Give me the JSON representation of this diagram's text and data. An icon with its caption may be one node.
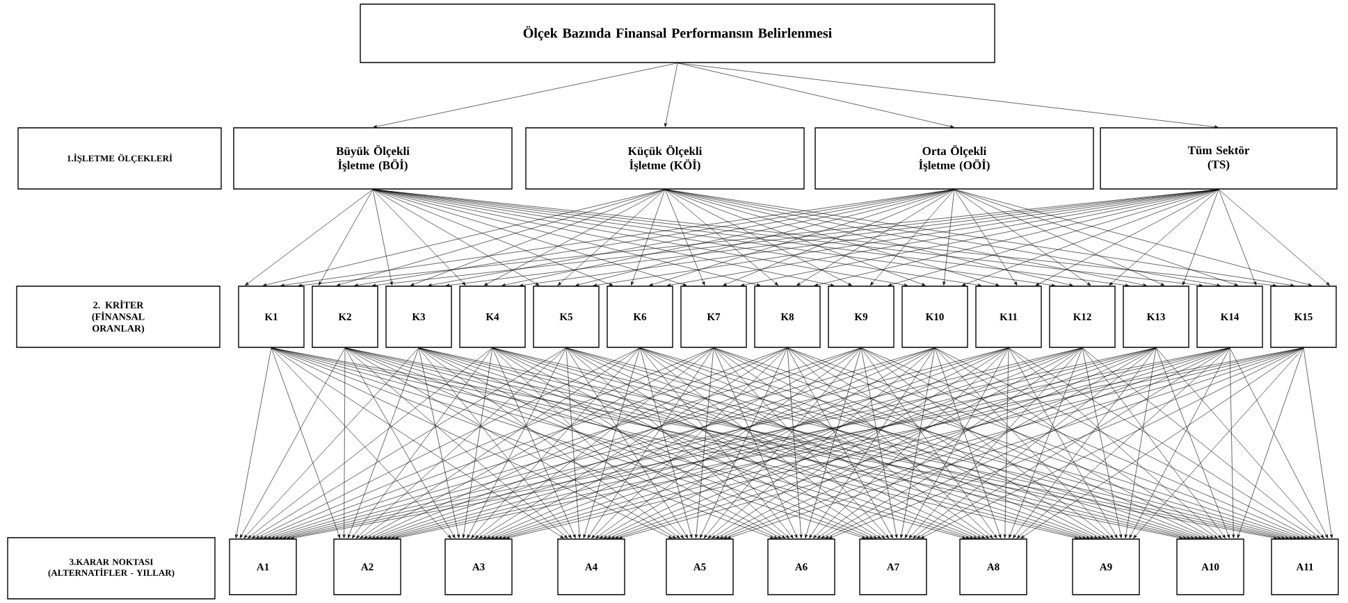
{
  "diagram": {
    "nodes": [
      {
        "text": [
          "Ölçek Bazında Finansal Performansın Belirlenmesi"
        ]
      },
      {
        "text": [
          "1.İŞLETME ÖLÇEKLERİ"
        ]
      },
      {
        "text": [
          "Büyük Ölçekli İşletme (BÖİ)"
        ]
      },
      {
        "text": [
          "Küçük Ölçekli İşletme (KÖİ)"
        ]
      },
      {
        "text": [
          "Orta Ölçekli İşletme (OÖİ)"
        ]
      },
      {
        "text": [
          "Tüm Sektör (TS)"
        ]
      },
      {
        "text": [
          "2. KRİTER (FİNANSAL ORANLAR)"
        ]
      },
      {
        "text": [
          "K1"
        ]
      },
      {
        "text": [
          "K2"
        ]
      },
      {
        "text": [
          "K3"
        ]
      },
      {
        "text": [
          "K4"
        ]
      },
      {
        "text": [
          "K5"
        ]
      },
      {
        "text": [
          "K6"
        ]
      },
      {
        "text": [
          "K7"
        ]
      },
      {
        "text": [
          "K8"
        ]
      },
      {
        "text": [
          "K9"
        ]
      },
      {
        "text": [
          "K10"
        ]
      },
      {
        "text": [
          "K11"
        ]
      },
      {
        "text": [
          "K12"
        ]
      },
      {
        "text": [
          "K13"
        ]
      },
      {
        "text": [
          "K14"
        ]
      },
      {
        "text": [
          "K15"
        ]
      },
      {
        "text": [
          "3.KARAR NOKTASI (ALTERNATİFLER - YILLAR)"
        ]
      },
      {
        "text": [
          "A1"
        ]
      },
      {
        "text": [
          "A2"
        ]
      },
      {
        "text": [
          "A3"
        ]
      },
      {
        "text": [
          "A4"
        ]
      },
      {
        "text": [
          "A5"
        ]
      },
      {
        "text": [
          "A6"
        ]
      },
      {
        "text": [
          "A7"
        ]
      },
      {
        "text": [
          "A8"
        ]
      },
      {
        "text": [
          "A9"
        ]
      },
      {
        "text": [
          "A10"
        ]
      },
      {
        "text": [
          "A11"
        ]
      }
    ],
    "edges": [
      {
        "from": 0,
        "to": 2,
        "arrow": "to"
      },
      {
        "from": 0,
        "to": 3,
        "arrow": "to"
      },
      {
        "from": 0,
        "to": 4,
        "arrow": "to"
      },
      {
        "from": 0,
        "to": 5,
        "arrow": "to"
      },
      {
        "from": 2,
        "to": 7,
        "arrow": "to"
      },
      {
        "from": 2,
        "to": 8,
        "arrow": "to"
      },
      {
        "from": 2,
        "to": 9,
        "arrow": "to"
      },
      {
        "from": 2,
        "to": 10,
        "arrow": "to"
      },
      {
        "from": 2,
        "to": 11,
        "arrow": "to"
      },
      {
        "from": 2,
        "to": 12,
        "arrow": "to"
      },
      {
        "from": 2,
        "to": 13,
        "arrow": "to"
      },
      {
        "from": 2,
        "to": 14,
        "arrow": "to"
      },
      {
        "from": 2,
        "to": 15,
        "arrow": "to"
      },
      {
        "from": 2,
        "to": 16,
        "arrow": "to"
      },
      {
        "from": 2,
        "to": 17,
        "arrow": "to"
      },
      {
        "from": 2,
        "to": 18,
        "arrow": "to"
      },
      {
        "from": 2,
        "to": 19,
        "arrow": "to"
      },
      {
        "from": 2,
        "to": 20,
        "arrow": "to"
      },
      {
        "from": 2,
        "to": 21,
        "arrow": "to"
      },
      {
        "from": 3,
        "to": 7,
        "arrow": "to"
      },
      {
        "from": 3,
        "to": 8,
        "arrow": "to"
      },
      {
        "from": 3,
        "to": 9,
        "arrow": "to"
      },
      {
        "from": 3,
        "to": 10,
        "arrow": "to"
      },
      {
        "from": 3,
        "to": 11,
        "arrow": "to"
      },
      {
        "from": 3,
        "to": 12,
        "arrow": "to"
      },
      {
        "from": 3,
        "to": 13,
        "arrow": "to"
      },
      {
        "from": 3,
        "to": 14,
        "arrow": "to"
      },
      {
        "from": 3,
        "to": 15,
        "arrow": "to"
      },
      {
        "from": 3,
        "to": 16,
        "arrow": "to"
      },
      {
        "from": 3,
        "to": 17,
        "arrow": "to"
      },
      {
        "from": 3,
        "to": 18,
        "arrow": "to"
      },
      {
        "from": 3,
        "to": 19,
        "arrow": "to"
      },
      {
        "from": 3,
        "to": 20,
        "arrow": "to"
      },
      {
        "from": 3,
        "to": 21,
        "arrow": "to"
      },
      {
        "from": 4,
        "to": 7,
        "arrow": "to"
      },
      {
        "from": 4,
        "to": 8,
        "arrow": "to"
      },
      {
        "from": 4,
        "to": 9,
        "arrow": "to"
      },
      {
        "from": 4,
        "to": 10,
        "arrow": "to"
      },
      {
        "from": 4,
        "to": 11,
        "arrow": "to"
      },
      {
        "from": 4,
        "to": 12,
        "arrow": "to"
      },
      {
        "from": 4,
        "to": 13,
        "arrow": "to"
      },
      {
        "from": 4,
        "to": 14,
        "arrow": "to"
      },
      {
        "from": 4,
        "to": 15,
        "arrow": "to"
      },
      {
        "from": 4,
        "to": 16,
        "arrow": "to"
      },
      {
        "from": 4,
        "to": 17,
        "arrow": "to"
      },
      {
        "from": 4,
        "to": 18,
        "arrow": "to"
      },
      {
        "from": 4,
        "to": 19,
        "arrow": "to"
      },
      {
        "from": 4,
        "to": 20,
        "arrow": "to"
      },
      {
        "from": 4,
        "to": 21,
        "arrow": "to"
      },
      {
        "from": 5,
        "to": 7,
        "arrow": "to"
      },
      {
        "from": 5,
        "to": 8,
        "arrow": "to"
      },
      {
        "from": 5,
        "to": 9,
        "arrow": "to"
      },
      {
        "from": 5,
        "to": 10,
        "arrow": "to"
      },
      {
        "from": 5,
        "to": 11,
        "arrow": "to"
      },
      {
        "from": 5,
        "to": 12,
        "arrow": "to"
      },
      {
        "from": 5,
        "to": 13,
        "arrow": "to"
      },
      {
        "from": 5,
        "to": 14,
        "arrow": "to"
      },
      {
        "from": 5,
        "to": 15,
        "arrow": "to"
      },
      {
        "from": 5,
        "to": 16,
        "arrow": "to"
      },
      {
        "from": 5,
        "to": 17,
        "arrow": "to"
      },
      {
        "from": 5,
        "to": 18,
        "arrow": "to"
      },
      {
        "from": 5,
        "to": 19,
        "arrow": "to"
      },
      {
        "from": 5,
        "to": 20,
        "arrow": "to"
      },
      {
        "from": 5,
        "to": 21,
        "arrow": "to"
      },
      {
        "from": 7,
        "to": 23,
        "arrow": "to"
      },
      {
        "from": 7,
        "to": 24,
        "arrow": "to"
      },
      {
        "from": 7,
        "to": 25,
        "arrow": "to"
      },
      {
        "from": 7,
        "to": 26,
        "arrow": "to"
      },
      {
        "from": 7,
        "to": 27,
        "arrow": "to"
      },
      {
        "from": 7,
        "to": 28,
        "arrow": "to"
      },
      {
        "from": 7,
        "to": 29,
        "arrow": "to"
      },
      {
        "from": 7,
        "to": 30,
        "arrow": "to"
      },
      {
        "from": 7,
        "to": 31,
        "arrow": "to"
      },
      {
        "from": 7,
        "to": 32,
        "arrow": "to"
      },
      {
        "from": 7,
        "to": 33,
        "arrow": "to"
      },
      {
        "from": 8,
        "to": 23,
        "arrow": "to"
      },
      {
        "from": 8,
        "to": 24,
        "arrow": "to"
      },
      {
        "from": 8,
        "to": 25,
        "arrow": "to"
      },
      {
        "from": 8,
        "to": 26,
        "arrow": "to"
      },
      {
        "from": 8,
        "to": 27,
        "arrow": "to"
      },
      {
        "from": 8,
        "to": 28,
        "arrow": "to"
      },
      {
        "from": 8,
        "to": 29,
        "arrow": "to"
      },
      {
        "from": 8,
        "to": 30,
        "arrow": "to"
      },
      {
        "from": 8,
        "to": 31,
        "arrow": "to"
      },
      {
        "from": 8,
        "to": 32,
        "arrow": "to"
      },
      {
        "from": 8,
        "to": 33,
        "arrow": "to"
      },
      {
        "from": 9,
        "to": 23,
        "arrow": "to"
      },
      {
        "from": 9,
        "to": 24,
        "arrow": "to"
      },
      {
        "from": 9,
        "to": 25,
        "arrow": "to"
      },
      {
        "from": 9,
        "to": 26,
        "arrow": "to"
      },
      {
        "from": 9,
        "to": 27,
        "arrow": "to"
      },
      {
        "from": 9,
        "to": 28,
        "arrow": "to"
      },
      {
        "from": 9,
        "to": 29,
        "arrow": "to"
      },
      {
        "from": 9,
        "to": 30,
        "arrow": "to"
      },
      {
        "from": 9,
        "to": 31,
        "arrow": "to"
      },
      {
        "from": 9,
        "to": 32,
        "arrow": "to"
      },
      {
        "from": 9,
        "to": 33,
        "arrow": "to"
      },
      {
        "from": 10,
        "to": 23,
        "arrow": "to"
      },
      {
        "from": 10,
        "to": 24,
        "arrow": "to"
      },
      {
        "from": 10,
        "to": 25,
        "arrow": "to"
      },
      {
        "from": 10,
        "to": 26,
        "arrow": "to"
      },
      {
        "from": 10,
        "to": 27,
        "arrow": "to"
      },
      {
        "from": 10,
        "to": 28,
        "arrow": "to"
      },
      {
        "from": 10,
        "to": 29,
        "arrow": "to"
      },
      {
        "from": 10,
        "to": 30,
        "arrow": "to"
      },
      {
        "from": 10,
        "to": 31,
        "arrow": "to"
      },
      {
        "from": 10,
        "to": 32,
        "arrow": "to"
      },
      {
        "from": 10,
        "to": 33,
        "arrow": "to"
      },
      {
        "from": 11,
        "to": 23,
        "arrow": "to"
      },
      {
        "from": 11,
        "to": 24,
        "arrow": "to"
      },
      {
        "from": 11,
        "to": 25,
        "arrow": "to"
      },
      {
        "from": 11,
        "to": 26,
        "arrow": "to"
      },
      {
        "from": 11,
        "to": 27,
        "arrow": "to"
      },
      {
        "from": 11,
        "to": 28,
        "arrow": "to"
      },
      {
        "from": 11,
        "to": 29,
        "arrow": "to"
      },
      {
        "from": 11,
        "to": 30,
        "arrow": "to"
      },
      {
        "from": 11,
        "to": 31,
        "arrow": "to"
      },
      {
        "from": 11,
        "to": 32,
        "arrow": "to"
      },
      {
        "from": 11,
        "to": 33,
        "arrow": "to"
      },
      {
        "from": 12,
        "to": 23,
        "arrow": "to"
      },
      {
        "from": 12,
        "to": 24,
        "arrow": "to"
      },
      {
        "from": 12,
        "to": 25,
        "arrow": "to"
      },
      {
        "from": 12,
        "to": 26,
        "arrow": "to"
      },
      {
        "from": 12,
        "to": 27,
        "arrow": "to"
      },
      {
        "from": 12,
        "to": 28,
        "arrow": "to"
      },
      {
        "from": 12,
        "to": 29,
        "arrow": "to"
      },
      {
        "from": 12,
        "to": 30,
        "arrow": "to"
      },
      {
        "from": 12,
        "to": 31,
        "arrow": "to"
      },
      {
        "from": 12,
        "to": 32,
        "arrow": "to"
      },
      {
        "from": 12,
        "to": 33,
        "arrow": "to"
      },
      {
        "from": 13,
        "to": 23,
        "arrow": "to"
      },
      {
        "from": 13,
        "to": 24,
        "arrow": "to"
      },
      {
        "from": 13,
        "to": 25,
        "arrow": "to"
      },
      {
        "from": 13,
        "to": 26,
        "arrow": "to"
      },
      {
        "from": 13,
        "to": 27,
        "arrow": "to"
      },
      {
        "from": 13,
        "to": 28,
        "arrow": "to"
      },
      {
        "from": 13,
        "to": 29,
        "arrow": "to"
      },
      {
        "from": 13,
        "to": 30,
        "arrow": "to"
      },
      {
        "from": 13,
        "to": 31,
        "arrow": "to"
      },
      {
        "from": 13,
        "to": 32,
        "arrow": "to"
      },
      {
        "from": 13,
        "to": 33,
        "arrow": "to"
      },
      {
        "from": 14,
        "to": 23,
        "arrow": "to"
      },
      {
        "from": 14,
        "to": 24,
        "arrow": "to"
      },
      {
        "from": 14,
        "to": 25,
        "arrow": "to"
      },
      {
        "from": 14,
        "to": 26,
        "arrow": "to"
      },
      {
        "from": 14,
        "to": 27,
        "arrow": "to"
      },
      {
        "from": 14,
        "to": 28,
        "arrow": "to"
      },
      {
        "from": 14,
        "to": 29,
        "arrow": "to"
      },
      {
        "from": 14,
        "to": 30,
        "arrow": "to"
      },
      {
        "from": 14,
        "to": 31,
        "arrow": "to"
      },
      {
        "from": 14,
        "to": 32,
        "arrow": "to"
      },
      {
        "from": 14,
        "to": 33,
        "arrow": "to"
      },
      {
        "from": 15,
        "to": 23,
        "arrow": "to"
      },
      {
        "from": 15,
        "to": 24,
        "arrow": "to"
      },
      {
        "from": 15,
        "to": 25,
        "arrow": "to"
      },
      {
        "from": 15,
        "to": 26,
        "arrow": "to"
      },
      {
        "from": 15,
        "to": 27,
        "arrow": "to"
      },
      {
        "from": 15,
        "to": 28,
        "arrow": "to"
      },
      {
        "from": 15,
        "to": 29,
        "arrow": "to"
      },
      {
        "from": 15,
        "to": 30,
        "arrow": "to"
      },
      {
        "from": 15,
        "to": 31,
        "arrow": "to"
      },
      {
        "from": 15,
        "to": 32,
        "arrow": "to"
      },
      {
        "from": 15,
        "to": 33,
        "arrow": "to"
      },
      {
        "from": 16,
        "to": 23,
        "arrow": "to"
      },
      {
        "from": 16,
        "to": 24,
        "arrow": "to"
      },
      {
        "from": 16,
        "to": 25,
        "arrow": "to"
      },
      {
        "from": 16,
        "to": 26,
        "arrow": "to"
      },
      {
        "from": 16,
        "to": 27,
        "arrow": "to"
      },
      {
        "from": 16,
        "to": 28,
        "arrow": "to"
      },
      {
        "from": 16,
        "to": 29,
        "arrow": "to"
      },
      {
        "from": 16,
        "to": 30,
        "arrow": "to"
      },
      {
        "from": 16,
        "to": 31,
        "arrow": "to"
      },
      {
        "from": 16,
        "to": 32,
        "arrow": "to"
      },
      {
        "from": 16,
        "to": 33,
        "arrow": "to"
      },
      {
        "from": 17,
        "to": 23,
        "arrow": "to"
      },
      {
        "from": 17,
        "to": 24,
        "arrow": "to"
      },
      {
        "from": 17,
        "to": 25,
        "arrow": "to"
      },
      {
        "from": 17,
        "to": 26,
        "arrow": "to"
      },
      {
        "from": 17,
        "to": 27,
        "arrow": "to"
      },
      {
        "from": 17,
        "to": 28,
        "arrow": "to"
      },
      {
        "from": 17,
        "to": 29,
        "arrow": "to"
      },
      {
        "from": 17,
        "to": 30,
        "arrow": "to"
      },
      {
        "from": 17,
        "to": 31,
        "arrow": "to"
      },
      {
        "from": 17,
        "to": 32,
        "arrow": "to"
      },
      {
        "from": 17,
        "to": 33,
        "arrow": "to"
      },
      {
        "from": 18,
        "to": 23,
        "arrow": "to"
      },
      {
        "from": 18,
        "to": 24,
        "arrow": "to"
      },
      {
        "from": 18,
        "to": 25,
        "arrow": "to"
      },
      {
        "from": 18,
        "to": 26,
        "arrow": "to"
      },
      {
        "from": 18,
        "to": 27,
        "arrow": "to"
      },
      {
        "from": 18,
        "to": 28,
        "arrow": "to"
      },
      {
        "from": 18,
        "to": 29,
        "arrow": "to"
      },
      {
        "from": 18,
        "to": 30,
        "arrow": "to"
      },
      {
        "from": 18,
        "to": 31,
        "arrow": "to"
      },
      {
        "from": 18,
        "to": 32,
        "arrow": "to"
      },
      {
        "from": 18,
        "to": 33,
        "arrow": "to"
      },
      {
        "from": 19,
        "to": 23,
        "arrow": "to"
      },
      {
        "from": 19,
        "to": 24,
        "arrow": "to"
      },
      {
        "from": 19,
        "to": 25,
        "arrow": "to"
      },
      {
        "from": 19,
        "to": 26,
        "arrow": "to"
      },
      {
        "from": 19,
        "to": 27,
        "arrow": "to"
      },
      {
        "from": 19,
        "to": 28,
        "arrow": "to"
      },
      {
        "from": 19,
        "to": 29,
        "arrow": "to"
      },
      {
        "from": 19,
        "to": 30,
        "arrow": "to"
      },
      {
        "from": 19,
        "to": 31,
        "arrow": "to"
      },
      {
        "from": 19,
        "to": 32,
        "arrow": "to"
      },
      {
        "from": 19,
        "to": 33,
        "arrow": "to"
      },
      {
        "from": 20,
        "to": 23,
        "arrow": "to"
      },
      {
        "from": 20,
        "to": 24,
        "arrow": "to"
      },
      {
        "from": 20,
        "to": 25,
        "arrow": "to"
      },
      {
        "from": 20,
        "to": 26,
        "arrow": "to"
      },
      {
        "from": 20,
        "to": 27,
        "arrow": "to"
      },
      {
        "from": 20,
        "to": 28,
        "arrow": "to"
      },
      {
        "from": 20,
        "to": 29,
        "arrow": "to"
      },
      {
        "from": 20,
        "to": 30,
        "arrow": "to"
      },
      {
        "from": 20,
        "to": 31,
        "arrow": "to"
      },
      {
        "from": 20,
        "to": 32,
        "arrow": "to"
      },
      {
        "from": 20,
        "to": 33,
        "arrow": "to"
      },
      {
        "from": 21,
        "to": 23,
        "arrow": "to"
      },
      {
        "from": 21,
        "to": 24,
        "arrow": "to"
      },
      {
        "from": 21,
        "to": 25,
        "arrow": "to"
      },
      {
        "from": 21,
        "to": 26,
        "arrow": "to"
      },
      {
        "from": 21,
        "to": 27,
        "arrow": "to"
      },
      {
        "from": 21,
        "to": 28,
        "arrow": "to"
      },
      {
        "from": 21,
        "to": 29,
        "arrow": "to"
      },
      {
        "from": 21,
        "to": 30,
        "arrow": "to"
      },
      {
        "from": 21,
        "to": 31,
        "arrow": "to"
      },
      {
        "from": 21,
        "to": 32,
        "arrow": "to"
      },
      {
        "from": 21,
        "to": 33,
        "arrow": "to"
      }
    ]
  }
}
